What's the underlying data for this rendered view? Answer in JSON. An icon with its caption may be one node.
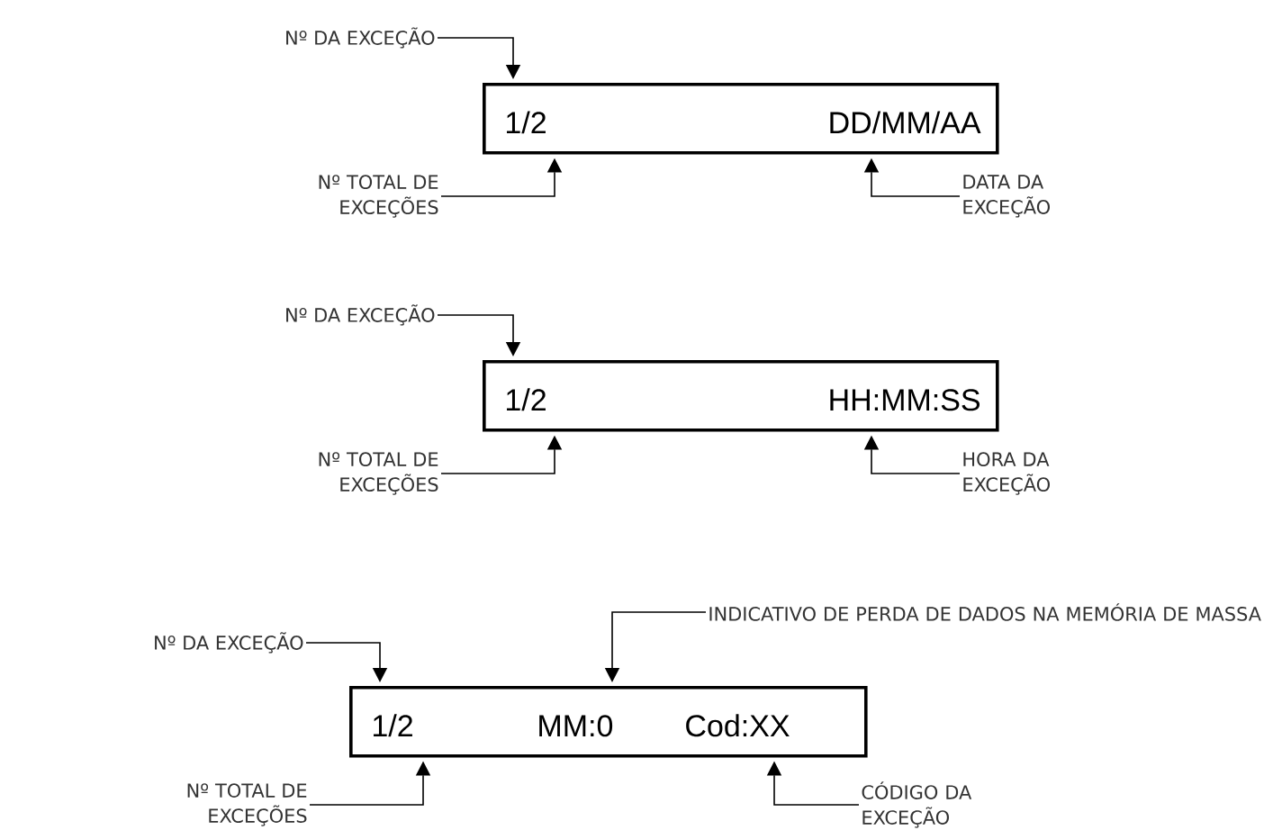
{
  "diagram": {
    "nodes": [
      {
        "text": [
          "Nº DA EXCEÇÃO"
        ]
      },
      {
        "text": [
          "1/2",
          "DD/MM/AA"
        ]
      },
      {
        "text": [
          "Nº TOTAL DE EXCEÇÕES"
        ]
      },
      {
        "text": [
          "DATA DA EXCEÇÃO"
        ]
      },
      {
        "text": [
          "Nº DA EXCEÇÃO"
        ]
      },
      {
        "text": [
          "1/2",
          "HH:MM:SS"
        ]
      },
      {
        "text": [
          "Nº TOTAL DE EXCEÇÕES"
        ]
      },
      {
        "text": [
          "HORA DA EXCEÇÃO"
        ]
      },
      {
        "text": [
          "Nº DA EXCEÇÃO"
        ]
      },
      {
        "text": [
          "INDICATIVO DE PERDA DE DADOS NA MEMÓRIA DE MASSA"
        ]
      },
      {
        "text": [
          "1/2",
          "MM:0",
          "Cod:XX"
        ]
      },
      {
        "text": [
          "Nº TOTAL DE EXCEÇÕES"
        ]
      },
      {
        "text": [
          "CÓDIGO DA EXCEÇÃO"
        ]
      }
    ],
    "edges": [
      {
        "from": 0,
        "to": 1,
        "arrow": "to"
      },
      {
        "from": 2,
        "to": 1,
        "arrow": "to"
      },
      {
        "from": 3,
        "to": 1,
        "arrow": "to"
      },
      {
        "from": 4,
        "to": 5,
        "arrow": "to"
      },
      {
        "from": 6,
        "to": 5,
        "arrow": "to"
      },
      {
        "from": 7,
        "to": 5,
        "arrow": "to"
      },
      {
        "from": 8,
        "to": 10,
        "arrow": "to"
      },
      {
        "from": 9,
        "to": 10,
        "arrow": "to"
      },
      {
        "from": 11,
        "to": 10,
        "arrow": "to"
      },
      {
        "from": 12,
        "to": 10,
        "arrow": "to"
      }
    ]
  }
}
